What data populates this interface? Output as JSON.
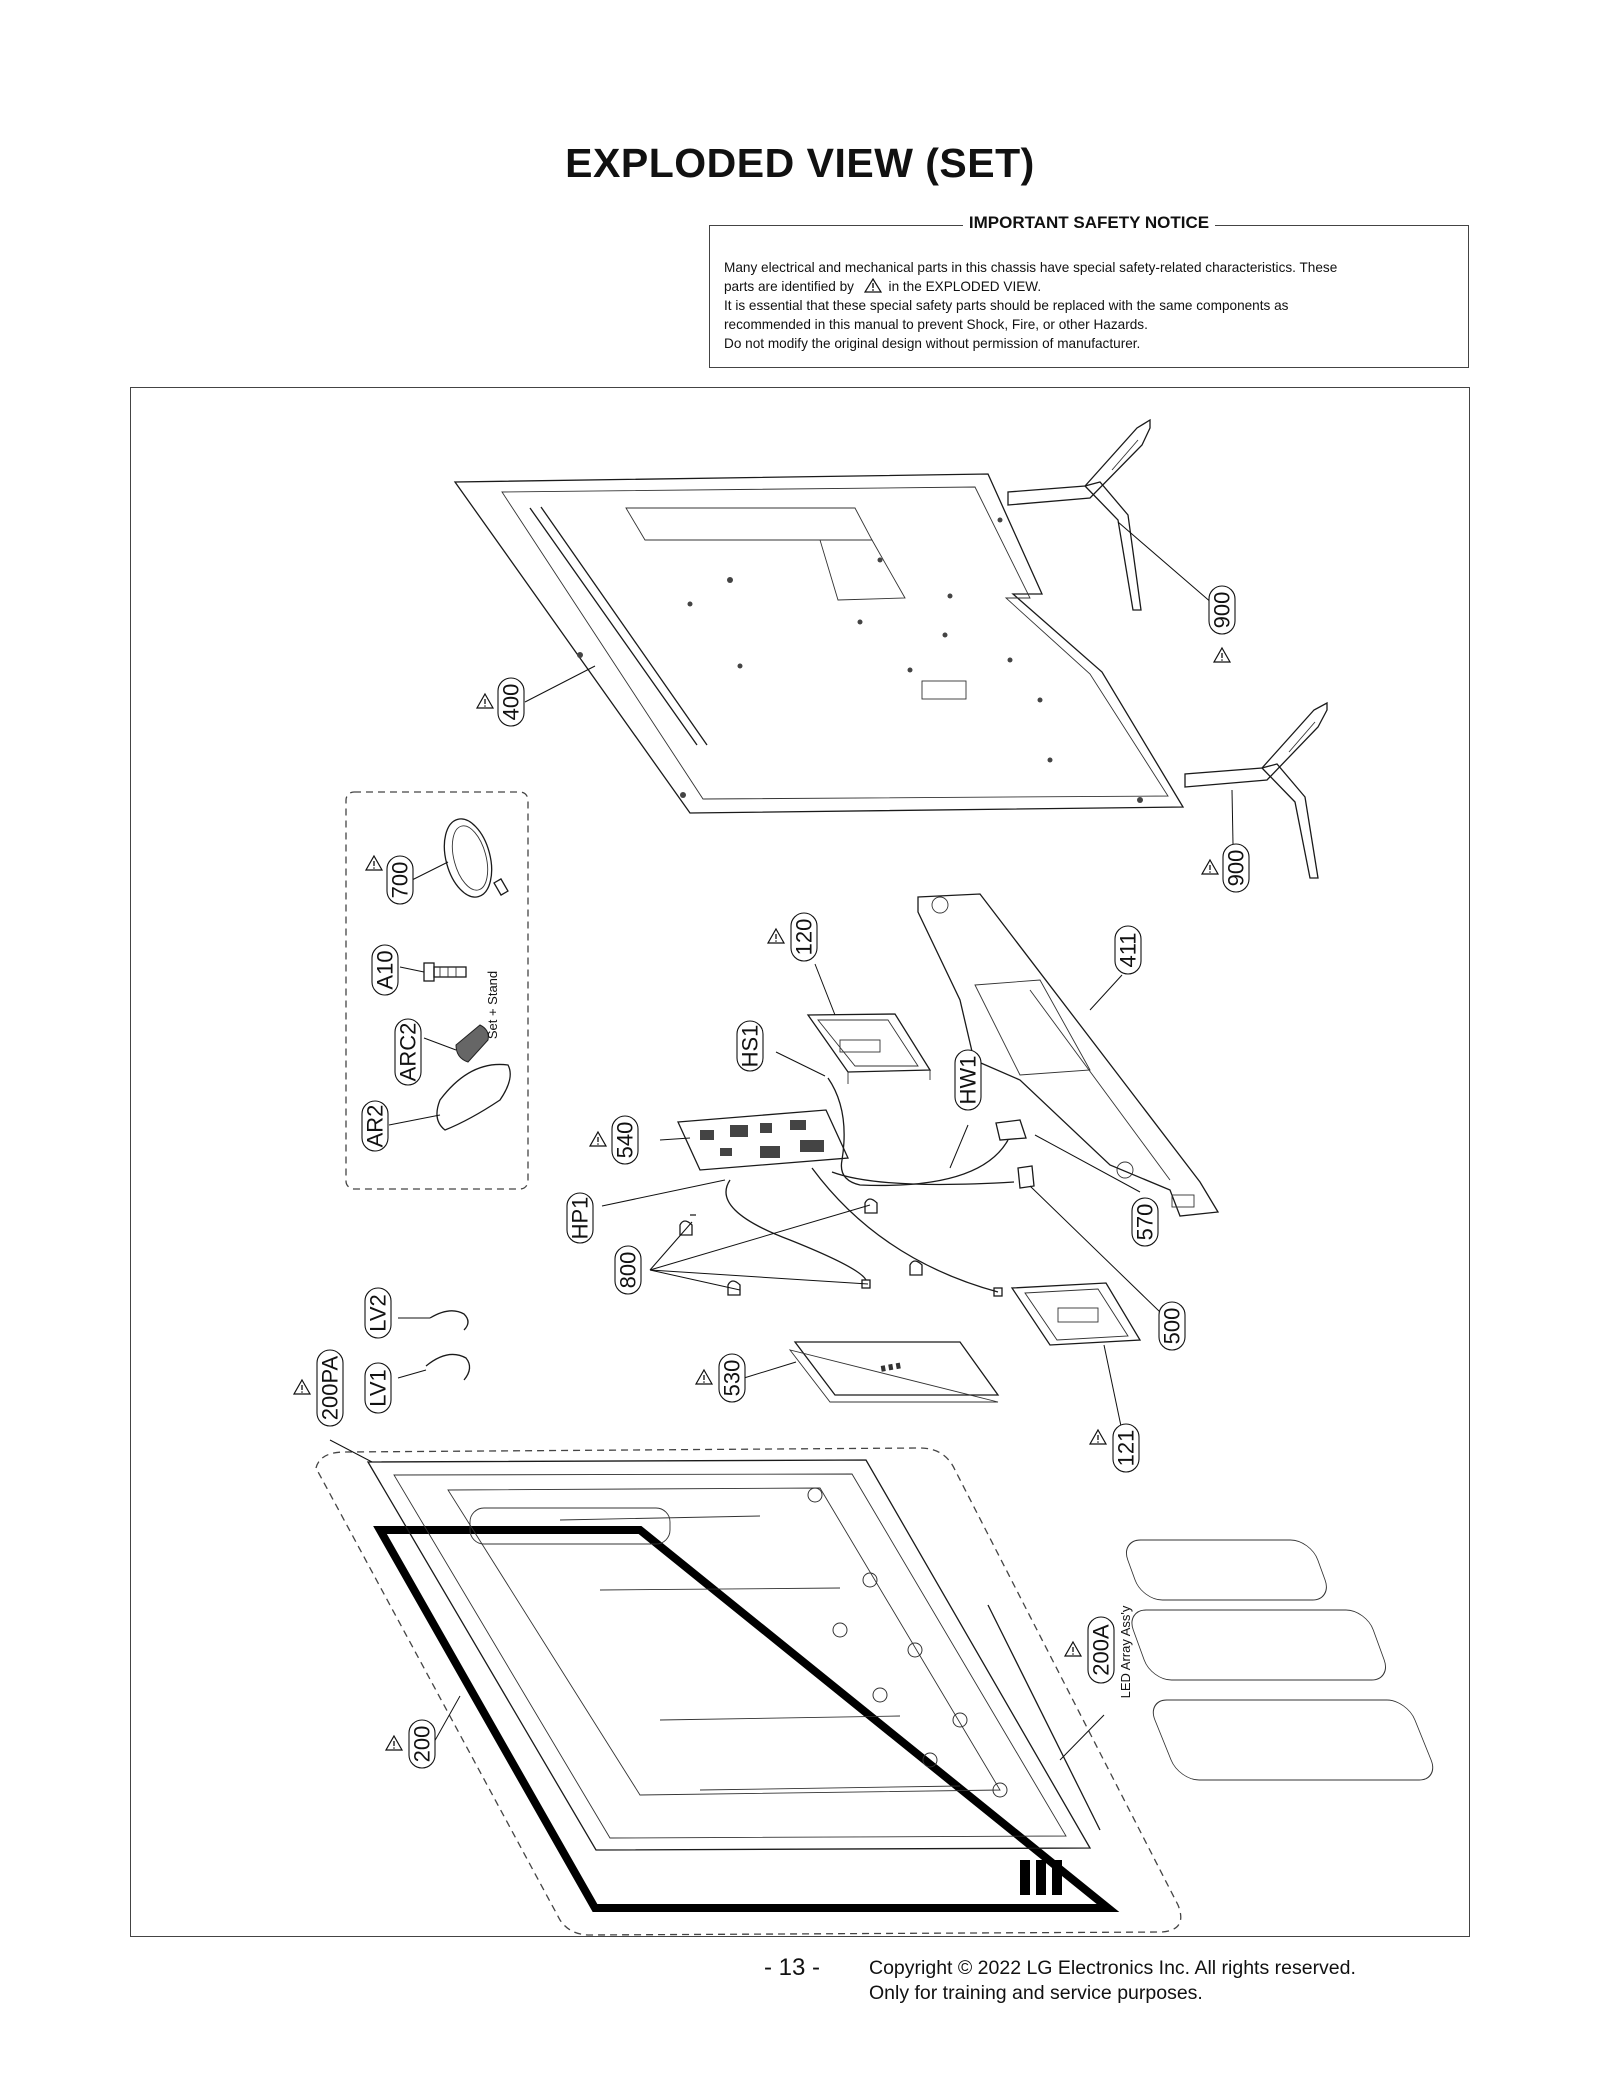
{
  "page": {
    "title": "EXPLODED VIEW (SET)",
    "page_number": "- 13 -",
    "copyright_line1": "Copyright © 2022 LG Electronics Inc. All rights reserved.",
    "copyright_line2": "Only for training and service purposes."
  },
  "notice": {
    "title": "IMPORTANT SAFETY NOTICE",
    "line1": "Many electrical and mechanical parts in this chassis have special safety-related characteristics. These",
    "line2a": "parts are identified by",
    "line2b": "in the EXPLODED VIEW.",
    "line3": "It is essential that these special safety parts should be replaced with the same components as",
    "line4": "recommended in this manual to prevent Shock, Fire, or other Hazards.",
    "line5": "Do not modify the original design without permission of manufacturer."
  },
  "diagram": {
    "labels": {
      "p400": "400",
      "p900a": "900",
      "p900b": "900",
      "p700": "700",
      "pA10": "A10",
      "pARC2": "ARC2",
      "pAR2": "AR2",
      "p120": "120",
      "p411": "411",
      "pHS1": "HS1",
      "pHW1": "HW1",
      "p540": "540",
      "pHP1": "HP1",
      "p570": "570",
      "p800": "800",
      "p500": "500",
      "pLV2": "LV2",
      "pLV1": "LV1",
      "p200PA": "200PA",
      "p530": "530",
      "p121": "121",
      "p200A": "200A",
      "p200": "200"
    },
    "notes": {
      "set_stand": "Set + Stand",
      "led_array": "LED Array Ass'y"
    }
  }
}
